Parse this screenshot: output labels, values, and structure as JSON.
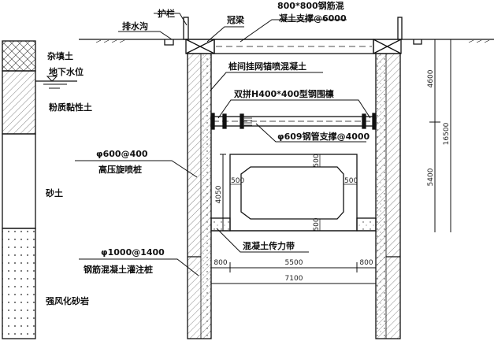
{
  "soil_layers": [
    "杂填土",
    "地下水位",
    "粉质黏性土",
    "砂土",
    "强风化砂岩"
  ],
  "labels": {
    "guardrail": "护栏",
    "drain": "排水沟",
    "crown_beam": "冠梁",
    "strut_line1": "800*800钢筋混",
    "strut_line2": "凝土支撑@6000",
    "shotcrete": "桩间挂网锚喷混凝土",
    "waler": "双拼H400*400型钢围檩",
    "steel_strut": "φ609钢管支撑@4000",
    "jet_pile_spec": "φ600@400",
    "jet_pile_name": "高压旋喷桩",
    "bored_pile_spec": "φ1000@1400",
    "bored_pile_name": "钢筋混凝土灌注桩",
    "transfer_band": "混凝土传力带"
  },
  "dimensions": {
    "d4600": "4600",
    "d5400": "5400",
    "d16500": "16500",
    "d4050": "4050",
    "d500a": "500",
    "d500b": "500",
    "d500c": "500",
    "d500d": "500",
    "d800l": "800",
    "d5500": "5500",
    "d800r": "800",
    "d7100": "7100"
  },
  "colors": {
    "line": "#111111"
  }
}
